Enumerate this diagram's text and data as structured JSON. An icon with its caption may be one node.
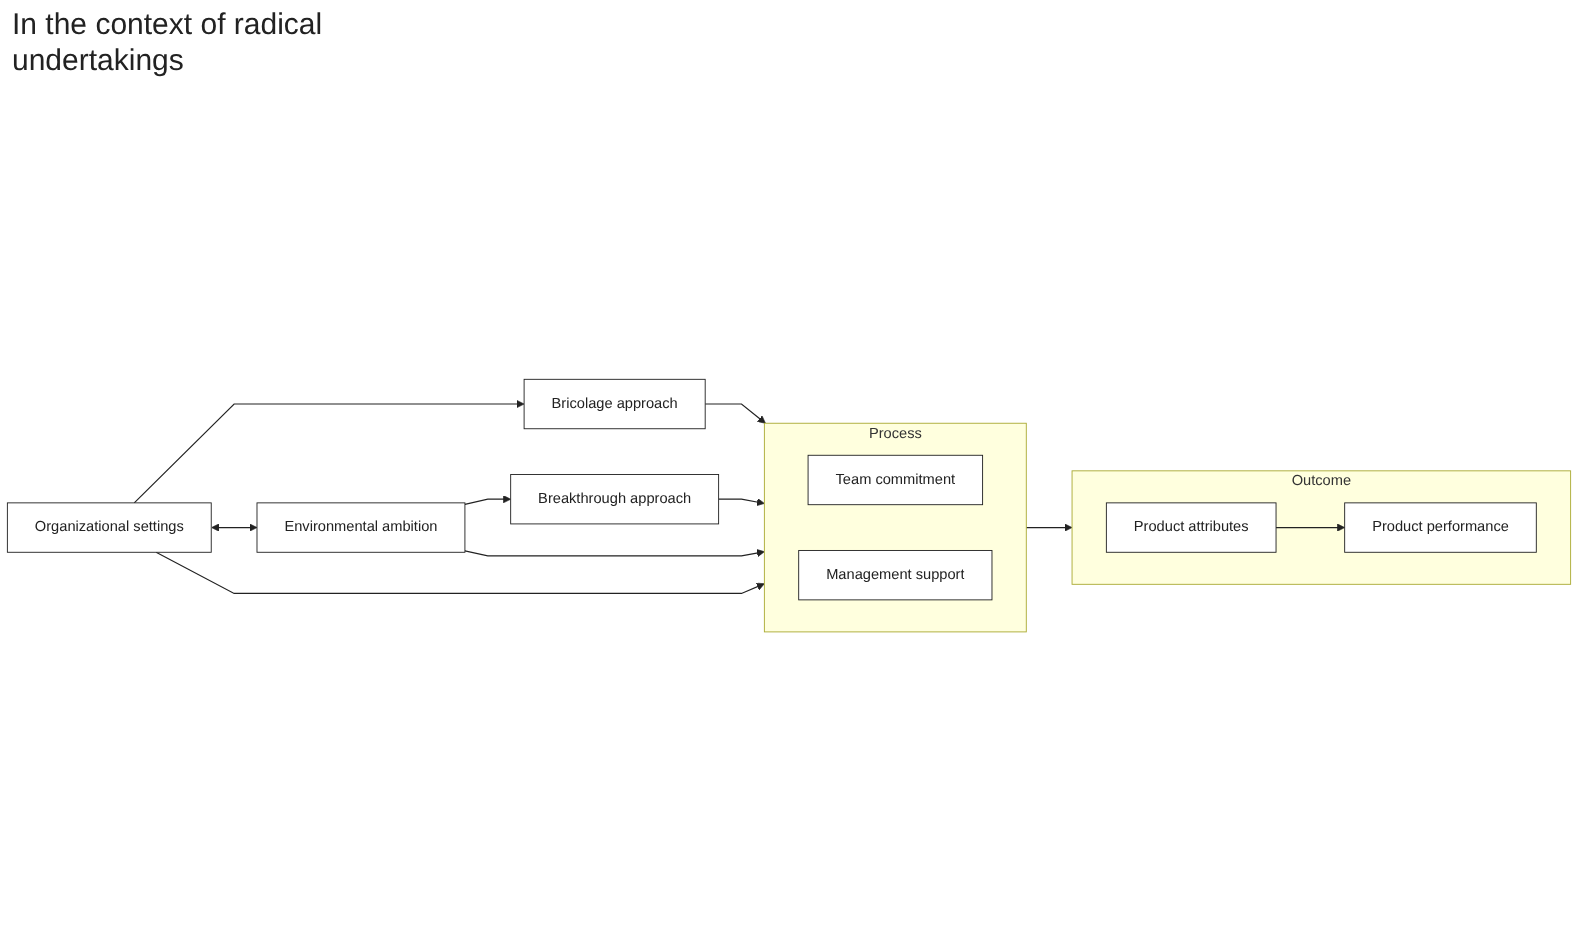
{
  "diagram": {
    "nodes": [
      {
        "text": [
          "Organizational settings"
        ]
      },
      {
        "text": [
          "Environmental ambition"
        ]
      },
      {
        "text": [
          "Bricolage approach"
        ]
      },
      {
        "text": [
          "Process"
        ]
      },
      {
        "text": [
          "Team commitment"
        ],
        "in": 3
      },
      {
        "text": [
          "Management support"
        ],
        "in": 3
      },
      {
        "text": [
          "Outcome"
        ]
      },
      {
        "text": [
          "Product attributes"
        ],
        "in": 6
      },
      {
        "text": [
          "Product performance"
        ],
        "in": 6
      },
      {
        "text": [
          "Breakthrough approach"
        ]
      }
    ],
    "edges": [
      {
        "from": 0,
        "to": 2,
        "arrow": "to"
      },
      {
        "from": 0,
        "to": 1,
        "arrow": "both"
      },
      {
        "from": 0,
        "to": 3,
        "arrow": "to"
      },
      {
        "from": 1,
        "to": 3,
        "arrow": "to"
      },
      {
        "from": 2,
        "to": 3,
        "arrow": "to"
      },
      {
        "from": 1,
        "to": 9,
        "arrow": "to"
      },
      {
        "from": 9,
        "to": 3,
        "arrow": "to"
      },
      {
        "from": 3,
        "to": 6,
        "arrow": "to"
      },
      {
        "from": 7,
        "to": 8,
        "arrow": "to"
      }
    ],
    "labels": [
      "In the context of radical undertakings"
    ]
  }
}
